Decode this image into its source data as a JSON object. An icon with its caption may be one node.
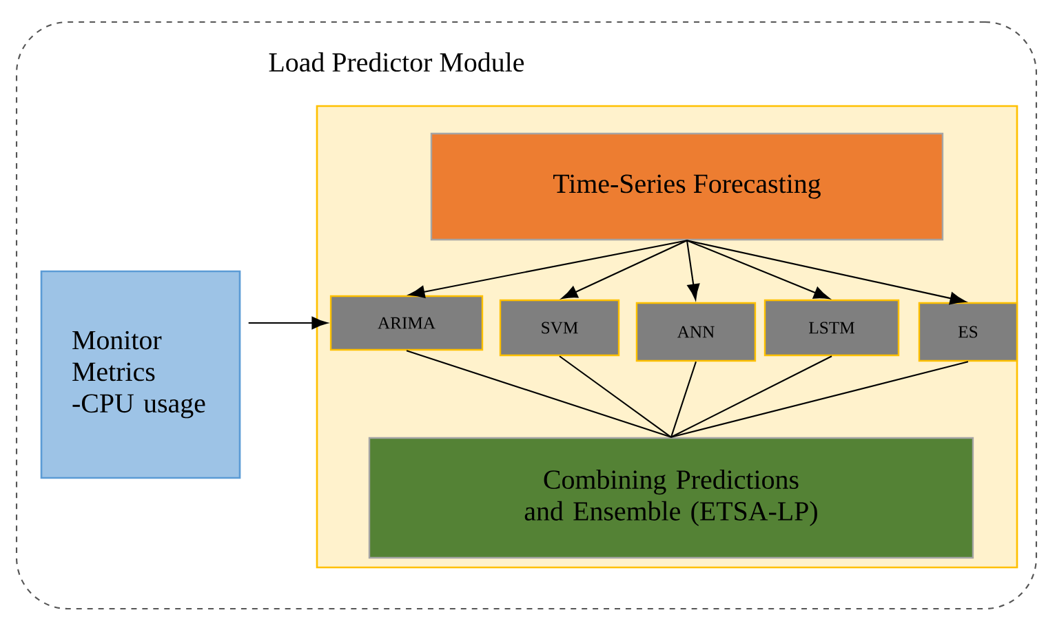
{
  "diagram": {
    "nodes": [
      {
        "text": [
          "Load Predictor Module"
        ]
      },
      {
        "text": [],
        "shape": "box",
        "in": 0
      },
      {
        "text": [
          "Monitor Metrics -CPU usage"
        ],
        "in": 0
      },
      {
        "text": [
          "Time-Series Forecasting"
        ],
        "in": 1
      },
      {
        "text": [
          "ARIMA"
        ],
        "in": 1
      },
      {
        "text": [
          "SVM"
        ],
        "in": 1
      },
      {
        "text": [
          "ANN"
        ],
        "in": 1
      },
      {
        "text": [
          "LSTM"
        ],
        "in": 1
      },
      {
        "text": [
          "ES"
        ],
        "in": 1
      },
      {
        "text": [
          "Combining Predictions and Ensemble (ETSA-LP)"
        ],
        "in": 1
      }
    ],
    "edges": [
      {
        "from": 2,
        "to": 4,
        "arrow": "to"
      },
      {
        "from": 3,
        "to": 4,
        "arrow": "to"
      },
      {
        "from": 3,
        "to": 5,
        "arrow": "to"
      },
      {
        "from": 3,
        "to": 6,
        "arrow": "to"
      },
      {
        "from": 3,
        "to": 7,
        "arrow": "to"
      },
      {
        "from": 3,
        "to": 8,
        "arrow": "to"
      },
      {
        "from": 4,
        "to": 9,
        "arrow": "none"
      },
      {
        "from": 5,
        "to": 9,
        "arrow": "none"
      },
      {
        "from": 6,
        "to": 9,
        "arrow": "none"
      },
      {
        "from": 7,
        "to": 9,
        "arrow": "none"
      },
      {
        "from": 8,
        "to": 9,
        "arrow": "none"
      }
    ]
  }
}
